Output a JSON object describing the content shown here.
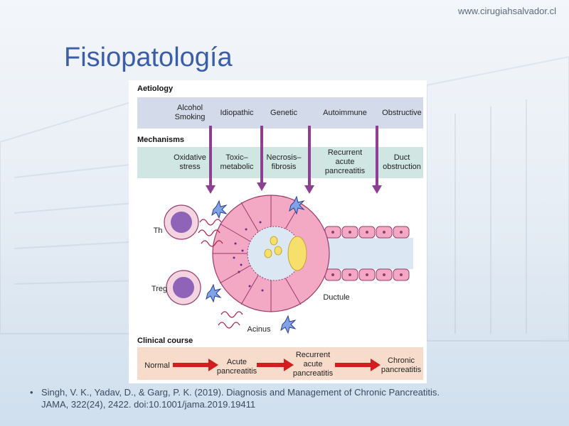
{
  "site_url": "www.cirugiahsalvador.cl",
  "slide_title": "Fisiopatología",
  "figure": {
    "aetiology_heading": "Aetiology",
    "aetiology": [
      "Alcohol\nSmoking",
      "Idiopathic",
      "Genetic",
      "Autoimmune",
      "Obstructive"
    ],
    "mechanisms_heading": "Mechanisms",
    "mechanisms": [
      "Oxidative\nstress",
      "Toxic–\nmetabolic",
      "Necrosis–\nfibrosis",
      "Recurrent\nacute\npancreatitis",
      "Duct\nobstruction"
    ],
    "cells": {
      "th": "Th",
      "treg": "Treg",
      "ductule": "Ductule",
      "acinus": "Acinus"
    },
    "clinical_heading": "Clinical course",
    "clinical": [
      "Normal",
      "Acute\npancreatitis",
      "Recurrent\nacute\npancreatitis",
      "Chronic\npancreatitis"
    ],
    "colors": {
      "arrow_purple": "#8e3f93",
      "arrow_red": "#d21e1e",
      "cell_pink": "#f3a9c4",
      "band_blue": "#d3dbeb",
      "band_teal": "#cfe6e2",
      "band_peach": "#f7dccb"
    }
  },
  "reference": {
    "bullet": "•",
    "line1": "Singh, V. K., Yadav, D., & Garg, P. K. (2019). Diagnosis and Management of Chronic Pancreatitis.",
    "line2": "JAMA, 322(24), 2422. doi:10.1001/jama.2019.19411"
  }
}
